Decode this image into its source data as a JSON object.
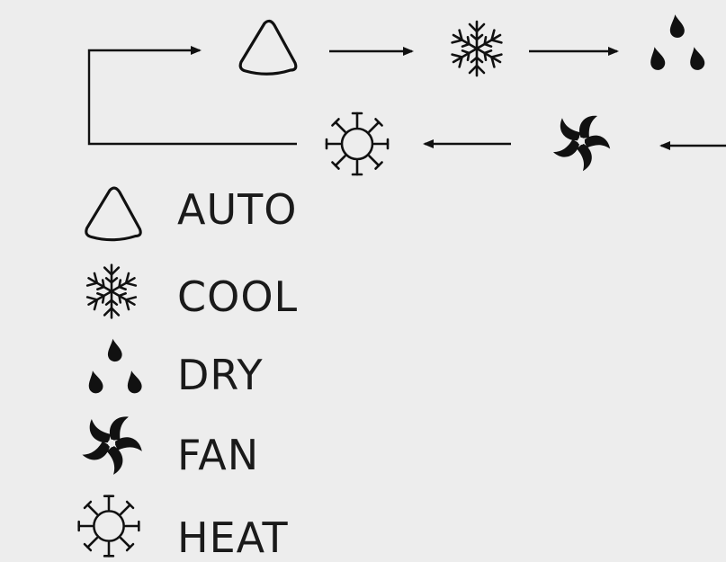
{
  "cycle": {
    "order": [
      "auto",
      "cool",
      "dry",
      "fan",
      "heat"
    ]
  },
  "legend": [
    {
      "icon": "auto-icon",
      "label": "AUTO"
    },
    {
      "icon": "cool-icon",
      "label": "COOL"
    },
    {
      "icon": "dry-icon",
      "label": "DRY"
    },
    {
      "icon": "fan-icon",
      "label": "FAN"
    },
    {
      "icon": "heat-icon",
      "label": "HEAT"
    }
  ],
  "colors": {
    "background": "#ededed",
    "ink": "#111111"
  }
}
